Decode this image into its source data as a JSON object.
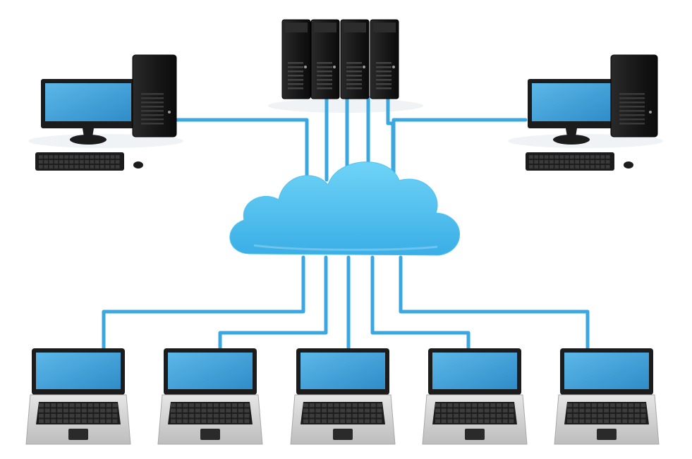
{
  "diagram": {
    "nodes": [
      {
        "id": "server-rack",
        "kind": "server-rack",
        "icon": "server-icon"
      },
      {
        "id": "cloud",
        "kind": "cloud",
        "icon": "cloud-icon"
      },
      {
        "id": "desktop-left",
        "kind": "desktop",
        "icon": "desktop-computer-icon"
      },
      {
        "id": "desktop-right",
        "kind": "desktop",
        "icon": "desktop-computer-icon"
      },
      {
        "id": "laptop-1",
        "kind": "laptop",
        "icon": "laptop-icon"
      },
      {
        "id": "laptop-2",
        "kind": "laptop",
        "icon": "laptop-icon"
      },
      {
        "id": "laptop-3",
        "kind": "laptop",
        "icon": "laptop-icon"
      },
      {
        "id": "laptop-4",
        "kind": "laptop",
        "icon": "laptop-icon"
      },
      {
        "id": "laptop-5",
        "kind": "laptop",
        "icon": "laptop-icon"
      }
    ],
    "edges": [
      {
        "from": "server-rack",
        "to": "cloud",
        "count": 4
      },
      {
        "from": "desktop-left",
        "to": "cloud",
        "count": 1
      },
      {
        "from": "desktop-right",
        "to": "cloud",
        "count": 1
      },
      {
        "from": "cloud",
        "to": "laptop-1",
        "count": 1
      },
      {
        "from": "cloud",
        "to": "laptop-2",
        "count": 1
      },
      {
        "from": "cloud",
        "to": "laptop-3",
        "count": 1
      },
      {
        "from": "cloud",
        "to": "laptop-4",
        "count": 1
      },
      {
        "from": "cloud",
        "to": "laptop-5",
        "count": 1
      }
    ]
  },
  "colors": {
    "cable": "#3aa7e0",
    "cloud": "#4fc3f0",
    "screen": "#3a9fd8",
    "hardware": "#1c1c1c",
    "laptop_body": "#d8d8d8"
  }
}
